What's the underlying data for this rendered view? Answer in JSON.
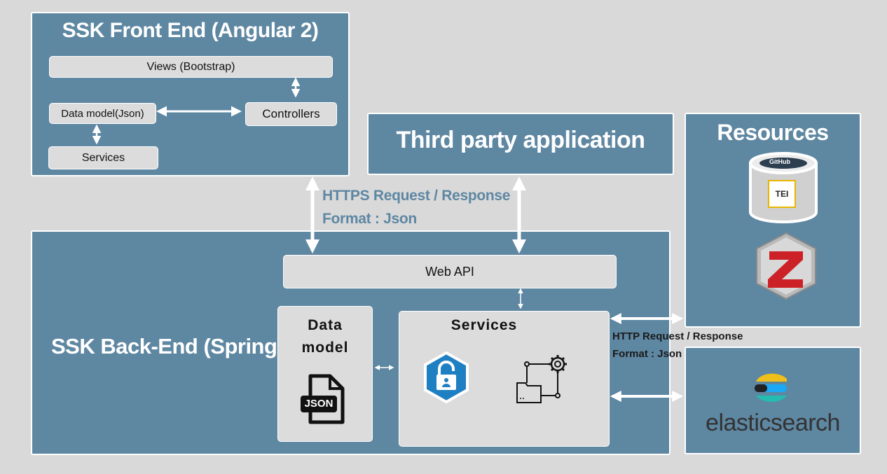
{
  "front_end": {
    "title": "SSK Front End (Angular 2)",
    "views_label": "Views (Bootstrap)",
    "data_model_label": "Data model(Json)",
    "controllers_label": "Controllers",
    "services_label": "Services"
  },
  "third_party": {
    "title": "Third party application"
  },
  "resources": {
    "title": "Resources",
    "github_label": "GitHub",
    "tei_label": "TEI",
    "zotero_letter": "Z"
  },
  "connection_top": {
    "line1": "HTTPS Request / Response",
    "line2": "Format : Json"
  },
  "back_end": {
    "title": "SSK Back-End (Spring)",
    "web_api_label": "Web API",
    "data_model_line1": "Data",
    "data_model_line2": "model",
    "json_file_label": "JSON",
    "services_title": "Services"
  },
  "connection_right": {
    "line1": "HTTP Request / Response",
    "line2": "Format : Json"
  },
  "elasticsearch": {
    "wordmark": "elasticsearch"
  },
  "colors": {
    "panel": "#5e87a2",
    "box": "#dcdcdc",
    "background": "#d9d9d9",
    "text_blue": "#5e87a2",
    "lock_hex": "#1e7fc2",
    "zotero_red": "#cc2127"
  }
}
